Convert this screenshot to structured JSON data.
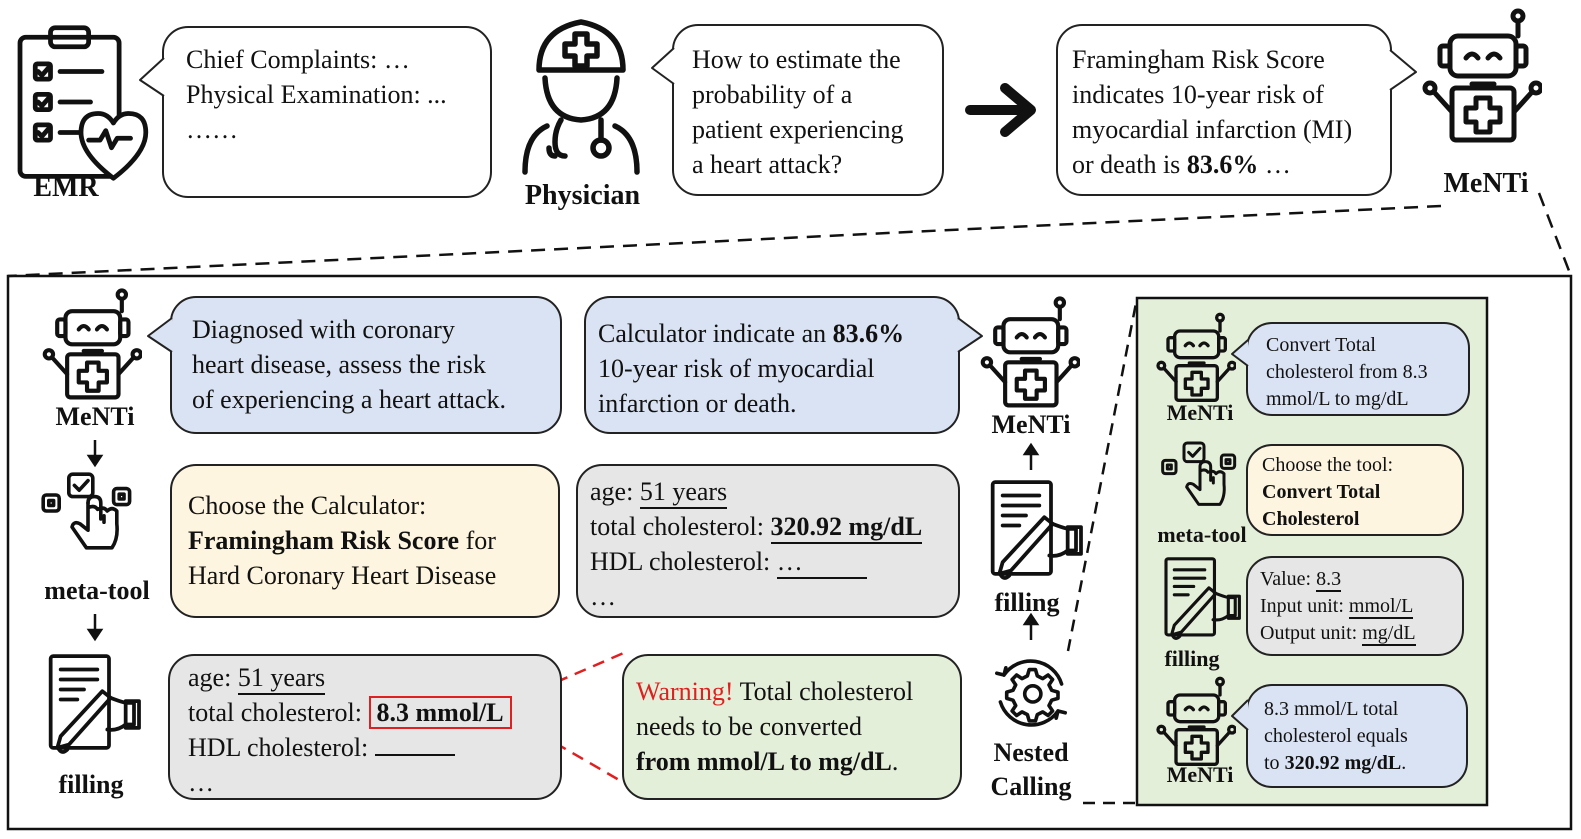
{
  "top": {
    "emr_label": "EMR",
    "physician_label": "Physician",
    "menti_label": "MeNTi",
    "emr_bubble": [
      "Chief Complaints: …",
      "Physical Examination: ...",
      "……"
    ],
    "physician_bubble": [
      "How to estimate the",
      "probability of a",
      "patient experiencing",
      "a heart attack?"
    ],
    "menti_bubble": {
      "lines": [
        "Framingham Risk Score",
        "indicates 10-year risk of",
        "myocardial infarction (MI)"
      ],
      "last_prefix": "or death is ",
      "last_bold": "83.6%",
      "last_suffix": " …"
    }
  },
  "main": {
    "labels": {
      "menti": "MeNTi",
      "meta_tool": "meta-tool",
      "filling": "filling",
      "menti_right": "MeNTi",
      "filling_right": "filling",
      "nested_1": "Nested",
      "nested_2": "Calling"
    },
    "diagnosis_bubble": [
      "Diagnosed with coronary",
      "heart disease, assess the risk",
      "of experiencing a heart attack."
    ],
    "result_bubble": {
      "prefix": "Calculator indicate an ",
      "bold": "83.6%",
      "lines": [
        "10-year risk of myocardial",
        "infarction or death."
      ]
    },
    "choose_bubble": {
      "line1": "Choose the Calculator:",
      "bold": "Framingham Risk Score",
      "suffix": " for",
      "line3": "Hard Coronary Heart Disease"
    },
    "form_filled": {
      "age_label": "age: ",
      "age_value": "51 years",
      "chol_label": "total cholesterol: ",
      "chol_value": "320.92 mg/dL",
      "hdl_label": "HDL cholesterol: ",
      "hdl_value": "…",
      "more": "…"
    },
    "form_initial": {
      "age_label": "age: ",
      "age_value": "51 years",
      "chol_label": "total cholesterol: ",
      "chol_value": "8.3 mmol/L",
      "hdl_label": "HDL cholesterol: ",
      "more": "…"
    },
    "warning_bubble": {
      "warning": "Warning!",
      "rest": " Total cholesterol",
      "line2": "needs to be converted",
      "bold": "from mmol/L to mg/dL",
      "end": "."
    }
  },
  "nested": {
    "labels": {
      "menti_1": "MeNTi",
      "meta_tool": "meta-tool",
      "filling": "filling",
      "menti_2": "MeNTi"
    },
    "convert_bubble": [
      "Convert Total",
      "cholesterol from 8.3",
      "mmol/L to mg/dL"
    ],
    "tool_bubble": {
      "line1": "Choose the tool:",
      "bold1": "Convert Total",
      "bold2": "Cholesterol"
    },
    "params_bubble": {
      "value_label": "Value: ",
      "value": "8.3",
      "input_label": "Input unit: ",
      "input": "mmol/L",
      "output_label": "Output unit: ",
      "output": "mg/dL"
    },
    "result_bubble": {
      "line1": "8.3 mmol/L total",
      "line2": "cholesterol equals",
      "prefix": "to ",
      "bold": "320.92 mg/dL",
      "end": "."
    }
  },
  "colors": {
    "blue_bubble": "#dae3f3",
    "yellow_bubble": "#fdf5e0",
    "gray_bubble": "#e6e6e6",
    "green_bubble": "#e4efd9",
    "warning_red": "#e02020"
  }
}
